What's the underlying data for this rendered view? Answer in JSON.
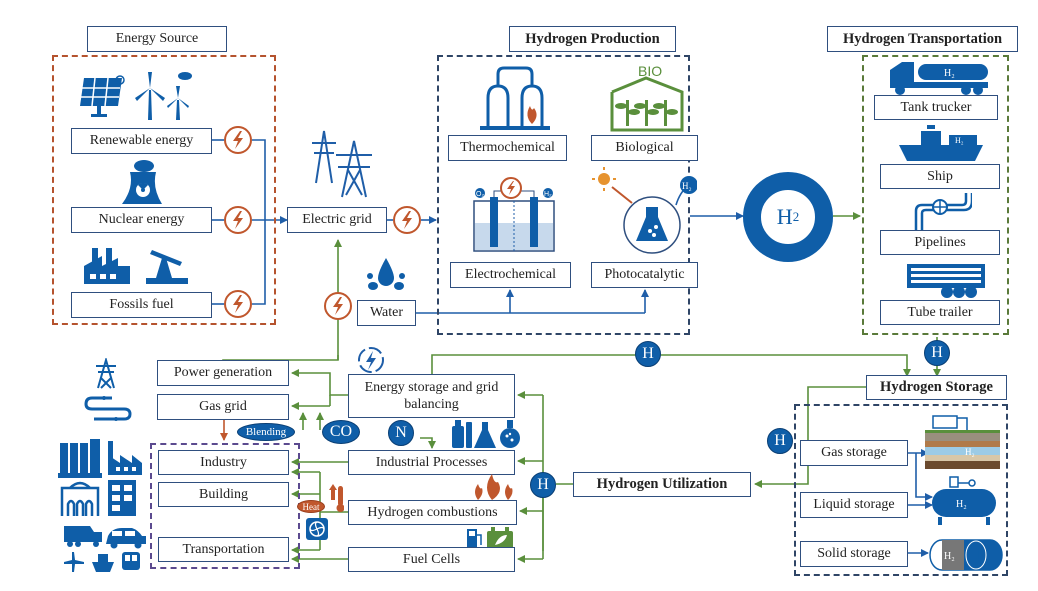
{
  "energy_source": {
    "title": "Energy Source",
    "items": [
      {
        "label": "Renewable energy",
        "icon": "solar-wind-icon"
      },
      {
        "label": "Nuclear energy",
        "icon": "nuclear-plant-icon"
      },
      {
        "label": "Fossils fuel",
        "icon": "factory-oil-pump-icon"
      }
    ]
  },
  "electric_grid": {
    "label": "Electric grid",
    "icon": "transmission-tower-icon"
  },
  "water": {
    "label": "Water",
    "icon": "water-drop-icon"
  },
  "hydrogen_production": {
    "title": "Hydrogen Production",
    "methods": [
      {
        "label": "Thermochemical",
        "icon": "thermochemical-reactor-icon"
      },
      {
        "label": "Biological",
        "icon": "bio-greenhouse-icon",
        "icon_text": "BIO"
      },
      {
        "label": "Electrochemical",
        "icon": "electrolyzer-icon",
        "icon_text_left": "O₂",
        "icon_text_right": "H₂"
      },
      {
        "label": "Photocatalytic",
        "icon": "photocatalytic-flask-icon",
        "icon_text": "H₂"
      }
    ]
  },
  "hub": {
    "label": "H",
    "subscript": "2"
  },
  "hydrogen_transportation": {
    "title": "Hydrogen Transportation",
    "modes": [
      {
        "label": "Tank trucker",
        "icon": "tank-truck-icon",
        "icon_text": "H₂"
      },
      {
        "label": "Ship",
        "icon": "ship-icon",
        "icon_text": "H₂"
      },
      {
        "label": "Pipelines",
        "icon": "pipeline-valve-icon"
      },
      {
        "label": "Tube trailer",
        "icon": "tube-trailer-icon"
      }
    ]
  },
  "hydrogen_storage": {
    "title": "Hydrogen Storage",
    "types": [
      {
        "label": "Gas storage",
        "icon": "underground-storage-icon",
        "icon_text": "H₂"
      },
      {
        "label": "Liquid storage",
        "icon": "liquid-tank-icon",
        "icon_text": "H₂"
      },
      {
        "label": "Solid storage",
        "icon": "solid-cylinder-icon",
        "icon_text": "H₂"
      }
    ]
  },
  "hydrogen_utilization": {
    "title": "Hydrogen Utilization"
  },
  "applications": [
    {
      "label": "Energy storage and grid balancing",
      "icon": "energy-cycle-icon"
    },
    {
      "label": "Industrial Processes",
      "icon": "lab-bottles-icon"
    },
    {
      "label": "Hydrogen combustions",
      "icon": "flames-icon"
    },
    {
      "label": "Fuel Cells",
      "icon": "fuel-pump-battery-icon"
    }
  ],
  "end_uses": {
    "grid": [
      {
        "label": "Power generation",
        "icon": "power-pylon-icon"
      },
      {
        "label": "Gas grid",
        "icon": "gas-pipe-icon"
      }
    ],
    "sectors": [
      {
        "label": "Industry",
        "icon": "industry-icon"
      },
      {
        "label": "Building",
        "icon": "building-icon"
      },
      {
        "label": "Transportation",
        "icon": "vehicles-icon"
      }
    ]
  },
  "badges": {
    "h": "H",
    "blending": "Blending",
    "co": "CO",
    "n": "N",
    "heat": "Heat"
  },
  "colors": {
    "primary_blue": "#0f5ea8",
    "box_border": "#2f4f7f",
    "green_flow": "#5a8f3c",
    "orange": "#c0572d",
    "energy_dash": "#b5532e",
    "production_dash": "#2f4566",
    "transport_dash": "#5a7a3a",
    "sector_dash": "#5b4a8f"
  }
}
